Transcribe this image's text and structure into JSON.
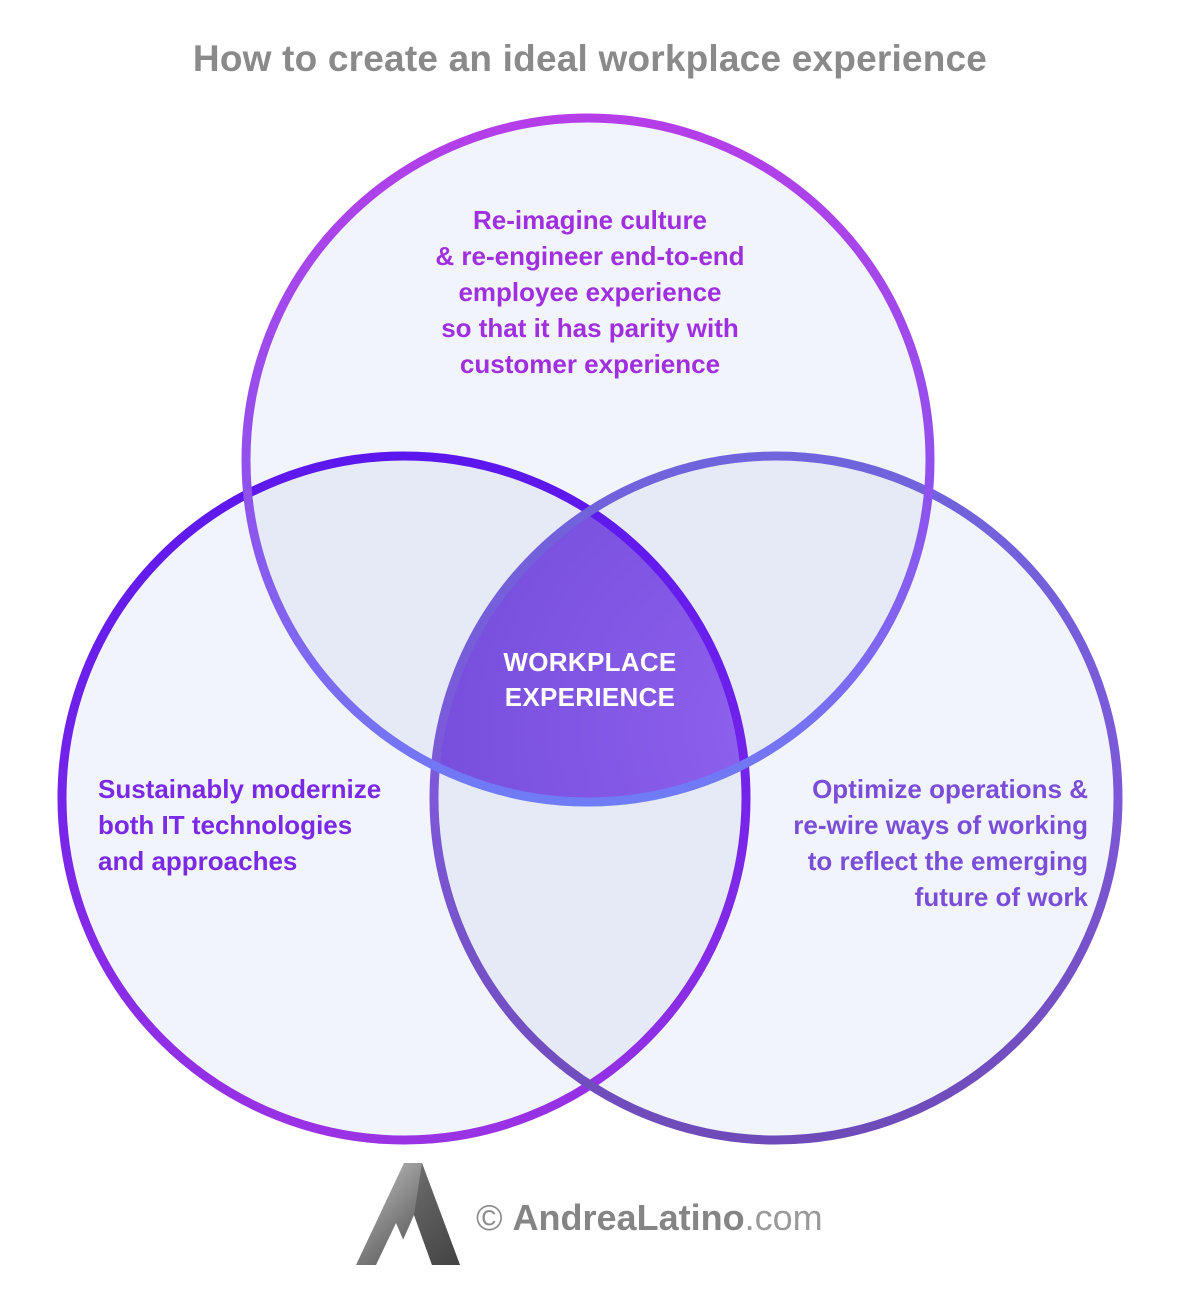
{
  "title": "How to create an ideal workplace experience",
  "diagram": {
    "type": "venn-3",
    "circles": [
      {
        "id": "top",
        "text": "Re-imagine culture\n& re-engineer end-to-end\nemployee experience\nso that it has parity with\ncustomer experience",
        "stroke_color": "#a53ae8"
      },
      {
        "id": "left",
        "text": "Sustainably modernize\nboth IT technologies\nand approaches",
        "stroke_color": "#6a1ef0"
      },
      {
        "id": "right",
        "text": "Optimize operations &\nre-wire ways of working\nto reflect the emerging\nfuture of work",
        "stroke_color": "#7a55d6"
      }
    ],
    "center": {
      "text": "WORKPLACE\nEXPERIENCE",
      "fill_color": "#7f55e3"
    },
    "fill_color": "#eef2f9"
  },
  "footer": {
    "copyright": "©",
    "brand_bold": "AndreaLatino",
    "brand_light": ".com"
  }
}
